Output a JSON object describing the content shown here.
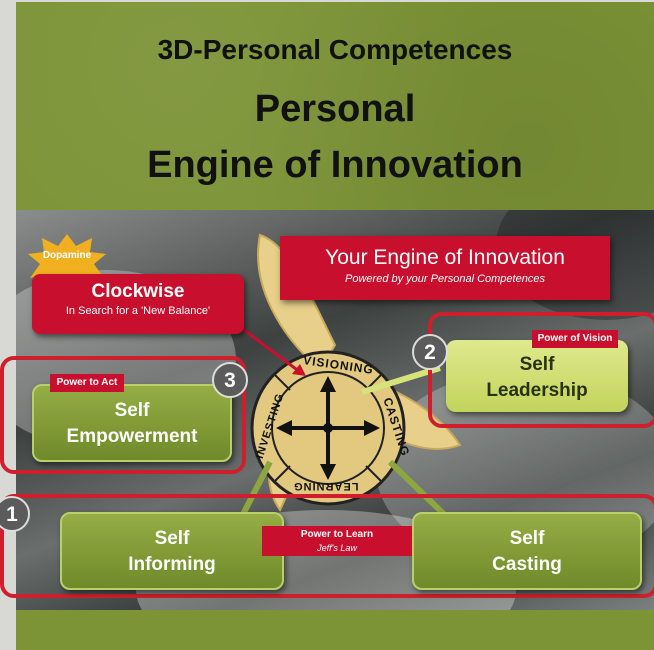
{
  "title": {
    "subtitle": "3D-Personal Competences",
    "line1": "Personal",
    "line2": "Engine of Innovation"
  },
  "header": {
    "title": "Your Engine of Innovation",
    "subtitle": "Powered by your Personal Competences"
  },
  "dopamine": "Dopamine",
  "clockwise": {
    "title": "Clockwise",
    "subtitle": "In Search for a 'New Balance'"
  },
  "compass": {
    "top": "VISIONING",
    "right": "CASTING",
    "bottom": "LEARNING",
    "left": "INVESTING"
  },
  "boxes": {
    "empowerment": {
      "tag": "Power to Act",
      "line1": "Self",
      "line2": "Empowerment",
      "badge": "3"
    },
    "leadership": {
      "tag": "Power of Vision",
      "line1": "Self",
      "line2": "Leadership",
      "badge": "2"
    },
    "informing": {
      "line1": "Self",
      "line2": "Informing",
      "badge": "1"
    },
    "casting": {
      "line1": "Self",
      "line2": "Casting"
    }
  },
  "learn_tag": {
    "line1": "Power to Learn",
    "line2": "Jeff's Law"
  },
  "colors": {
    "panel_green": "#7c9336",
    "brand_red": "#c8102e",
    "box_green": "#7f9a34",
    "lime": "#d6e27a",
    "propeller": "#e8cf8a"
  }
}
